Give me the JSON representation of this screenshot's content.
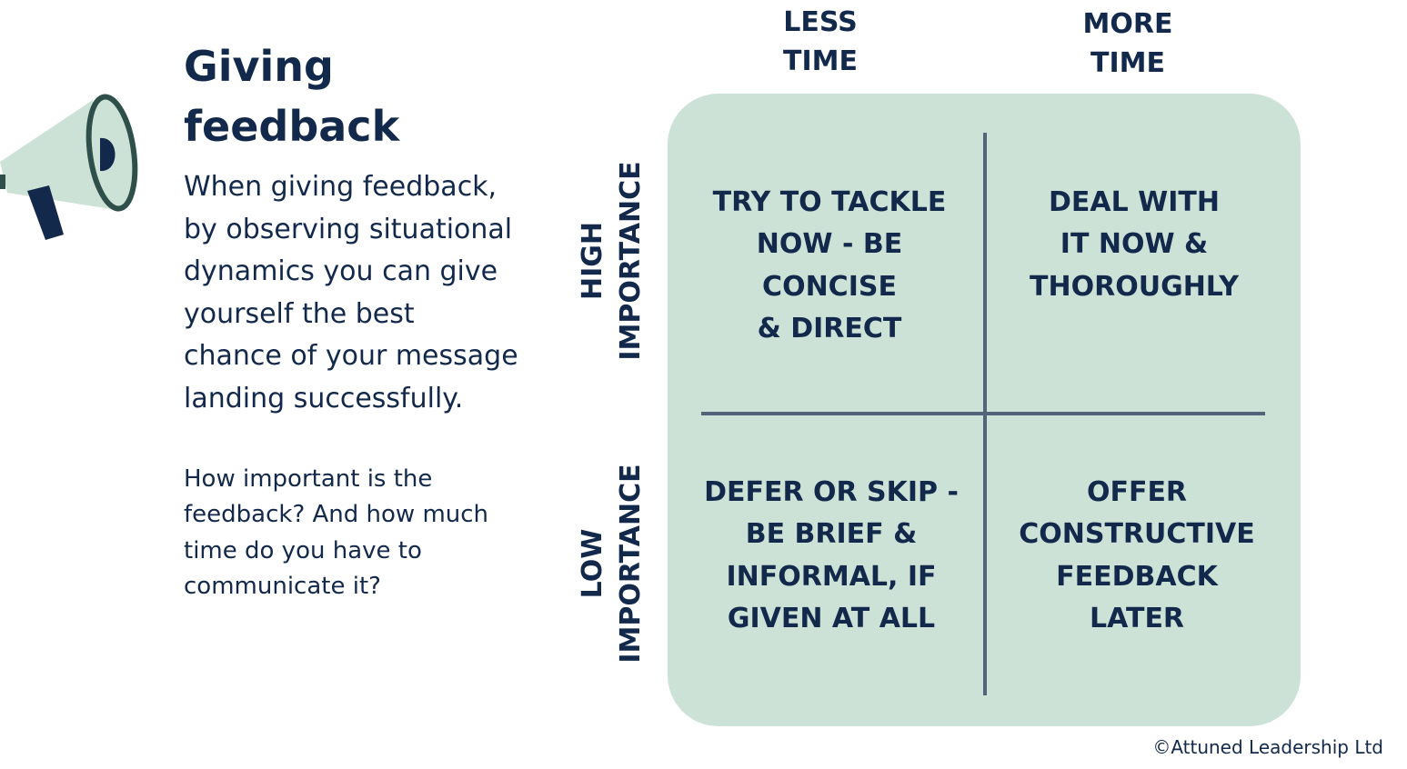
{
  "title_lines": [
    "Giving",
    "feedback"
  ],
  "intro_lines": [
    "When giving feedback,",
    "by observing situational",
    "dynamics you can give",
    "yourself the best",
    "chance of your message",
    "landing successfully."
  ],
  "question_lines": [
    "How important is the",
    "feedback? And how much",
    "time do you have to",
    "communicate it?"
  ],
  "columns": {
    "less": [
      "LESS",
      "TIME"
    ],
    "more": [
      "MORE",
      "TIME"
    ]
  },
  "rows": {
    "high": [
      "HIGH",
      "IMPORTANCE"
    ],
    "low": [
      "LOW",
      "IMPORTANCE"
    ]
  },
  "quadrants": {
    "high_less": [
      "TRY TO TACKLE",
      "NOW - BE",
      "CONCISE",
      "& DIRECT"
    ],
    "high_more": [
      "DEAL WITH",
      "IT NOW &",
      "THOROUGHLY"
    ],
    "low_less": [
      "DEFER OR SKIP -",
      "BE BRIEF &",
      "INFORMAL, IF",
      "GIVEN AT ALL"
    ],
    "low_more": [
      "OFFER",
      "CONSTRUCTIVE",
      "FEEDBACK",
      "LATER"
    ]
  },
  "copyright": "©Attuned Leadership Ltd",
  "colors": {
    "navy": "#13294b",
    "matrix_fill": "#cde2d6",
    "divider": "#53637a",
    "megaphone_fill": "#cde2d6",
    "megaphone_outline": "#2f4f4a"
  },
  "icon": "megaphone-icon"
}
